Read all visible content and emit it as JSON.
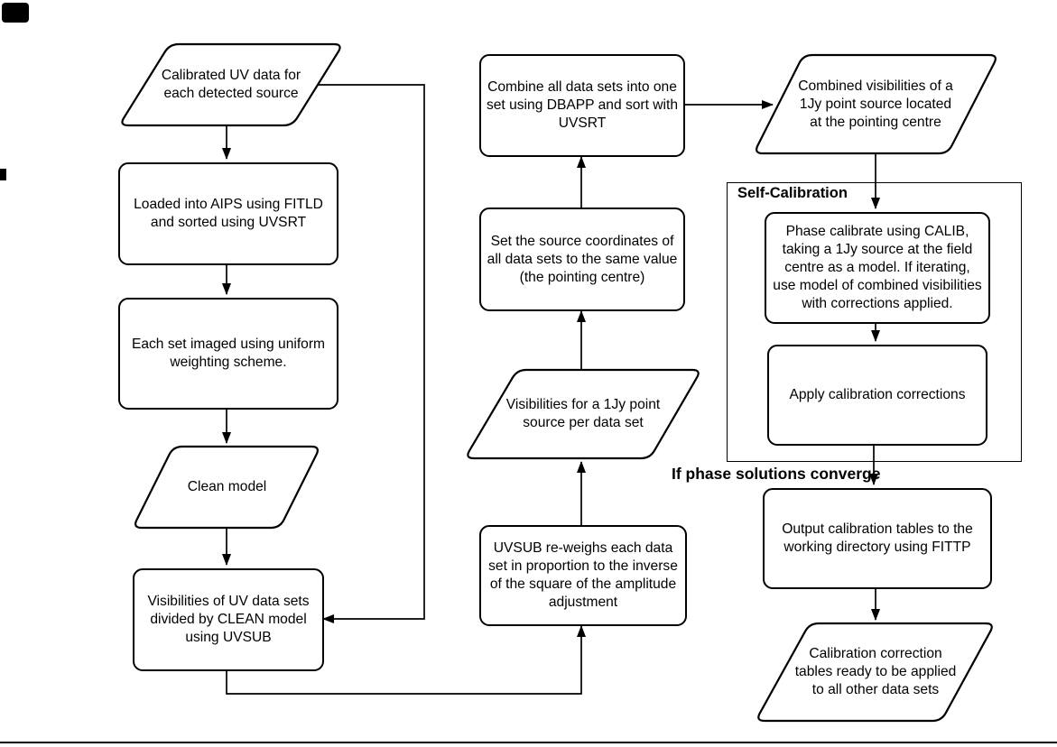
{
  "figure": {
    "background": "#ffffff",
    "stroke_color": "#000000",
    "nodes": {
      "calibrated_uv_data": {
        "shape": "parallelogram",
        "text": "Calibrated UV data for\neach detected source"
      },
      "loaded_into_aips": {
        "shape": "rect",
        "text": "Loaded into AIPS using FITLD\nand sorted using UVSRT"
      },
      "each_set_imaged": {
        "shape": "rect",
        "text": "Each set imaged using uniform\nweighting scheme."
      },
      "clean_model": {
        "shape": "parallelogram",
        "text": "Clean model"
      },
      "visibilities_divided": {
        "shape": "rect",
        "text": "Visibilities of UV data sets\ndivided by CLEAN model\nusing UVSUB"
      },
      "combine_all_data": {
        "shape": "rect",
        "text": "Combine all data sets into one\nset using DBAPP and sort with\nUVSRT"
      },
      "set_source_coordinates": {
        "shape": "rect",
        "text": "Set the source coordinates of\nall data sets to the same value\n(the pointing centre)"
      },
      "visibilities_1jy": {
        "shape": "parallelogram",
        "text": "Visibilities for a 1Jy point\nsource per data set"
      },
      "uvsub_reweighs": {
        "shape": "rect",
        "text": "UVSUB re-weighs each data\nset in proportion to the inverse\nof the square of the amplitude\nadjustment"
      },
      "combined_visibilities": {
        "shape": "parallelogram",
        "text": "Combined visibilities of a\n1Jy point source located\nat the pointing centre"
      },
      "phase_calibrate": {
        "shape": "rect",
        "text": "Phase calibrate using CALIB,\ntaking a 1Jy source at the field\ncentre as a model. If iterating,\nuse model of combined visibilities\nwith corrections applied."
      },
      "apply_corrections": {
        "shape": "rect",
        "text": "Apply calibration corrections"
      },
      "output_tables": {
        "shape": "rect",
        "text": "Output calibration tables to the\nworking directory using FITTP"
      },
      "tables_ready": {
        "shape": "parallelogram",
        "text": "Calibration correction\ntables ready to be applied\nto all other data sets"
      }
    },
    "labels": {
      "self_calibration_group": "Self-Calibration",
      "converge_condition": "If phase solutions converge"
    }
  }
}
